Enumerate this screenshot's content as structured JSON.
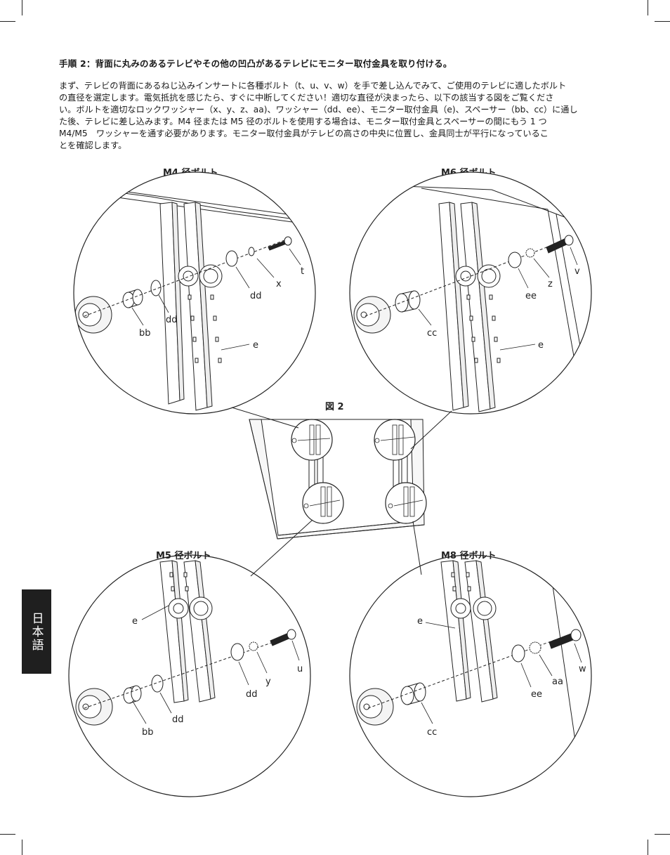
{
  "heading": "手順 2：背面に丸みのあるテレビやその他の凹凸があるテレビにモニター取付金具を取り付ける。",
  "paragraph_lines": [
    "まず、テレビの背面にあるねじ込みインサートに各種ボルト（t、u、v、w）を手で差し込んでみて、ご使用のテレビに適したボルト",
    "の直径を選定します。電気抵抗を感じたら、すぐに中断してください！適切な直径が決まったら、以下の該当する図をご覧くださ",
    "い。ボルトを適切なロックワッシャー（x、y、z、aa)、ワッシャー（dd、ee）、モニター取付金具（e)、スペーサー（bb、cc）に通し",
    "た後、テレビに差し込みます。M4 径または M5 径のボルトを使用する場合は、モニター取付金具とスペーサーの間にもう 1 つ",
    "M4/M5　ワッシャーを通す必要があります。モニター取付金具がテレビの高さの中央に位置し、金具同士が平行になっているこ",
    "とを確認します。"
  ],
  "figure_label": "図 2",
  "language_tab": "日本語",
  "details": {
    "m4": {
      "title": "M4 径ボルト",
      "labels": {
        "bolt": "t",
        "lock_washer": "x",
        "washer": "dd",
        "washer2": "dd",
        "spacer": "bb",
        "bracket": "e"
      }
    },
    "m6": {
      "title": "M6 径ボルト",
      "labels": {
        "bolt": "v",
        "lock_washer": "z",
        "washer": "ee",
        "spacer": "cc",
        "bracket": "e"
      }
    },
    "m5": {
      "title": "M5 径ボルト",
      "labels": {
        "bolt": "u",
        "lock_washer": "y",
        "washer": "dd",
        "washer2": "dd",
        "spacer": "bb",
        "bracket": "e"
      }
    },
    "m8": {
      "title": "M8 径ボルト",
      "labels": {
        "bolt": "w",
        "lock_washer": "aa",
        "washer": "ee",
        "spacer": "cc",
        "bracket": "e"
      }
    }
  }
}
